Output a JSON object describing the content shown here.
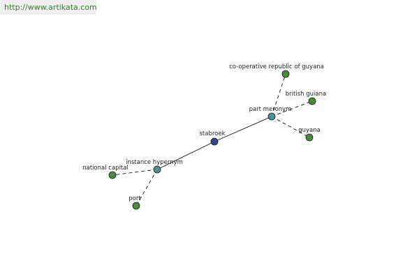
{
  "source": {
    "url": "http://www.artikata.com"
  },
  "graph": {
    "nodes": [
      {
        "id": "stabroek",
        "label": "stabroek",
        "kind": "center",
        "color": "#2f4a8a"
      },
      {
        "id": "instance_hypernym",
        "label": "instance hypernym",
        "kind": "relation",
        "color": "#4e8f8f"
      },
      {
        "id": "part_meronym",
        "label": "part meronym",
        "kind": "relation",
        "color": "#4e8f8f"
      },
      {
        "id": "national_capital",
        "label": "national capital",
        "kind": "leaf",
        "color": "#4a8a3c"
      },
      {
        "id": "port",
        "label": "port",
        "kind": "leaf",
        "color": "#4a8a3c"
      },
      {
        "id": "co_op",
        "label": "co-operative republic of guyana",
        "kind": "leaf",
        "color": "#4a8a3c"
      },
      {
        "id": "british_guiana",
        "label": "british guiana",
        "kind": "leaf",
        "color": "#4a8a3c"
      },
      {
        "id": "guyana",
        "label": "guyana",
        "kind": "leaf",
        "color": "#4a8a3c"
      }
    ],
    "edges": [
      {
        "from": "stabroek",
        "to": "instance_hypernym",
        "style": "solid"
      },
      {
        "from": "stabroek",
        "to": "part_meronym",
        "style": "solid"
      },
      {
        "from": "instance_hypernym",
        "to": "national_capital",
        "style": "dashed"
      },
      {
        "from": "instance_hypernym",
        "to": "port",
        "style": "dashed"
      },
      {
        "from": "part_meronym",
        "to": "co_op",
        "style": "dashed"
      },
      {
        "from": "part_meronym",
        "to": "british_guiana",
        "style": "dashed"
      },
      {
        "from": "part_meronym",
        "to": "guyana",
        "style": "dashed"
      }
    ]
  }
}
